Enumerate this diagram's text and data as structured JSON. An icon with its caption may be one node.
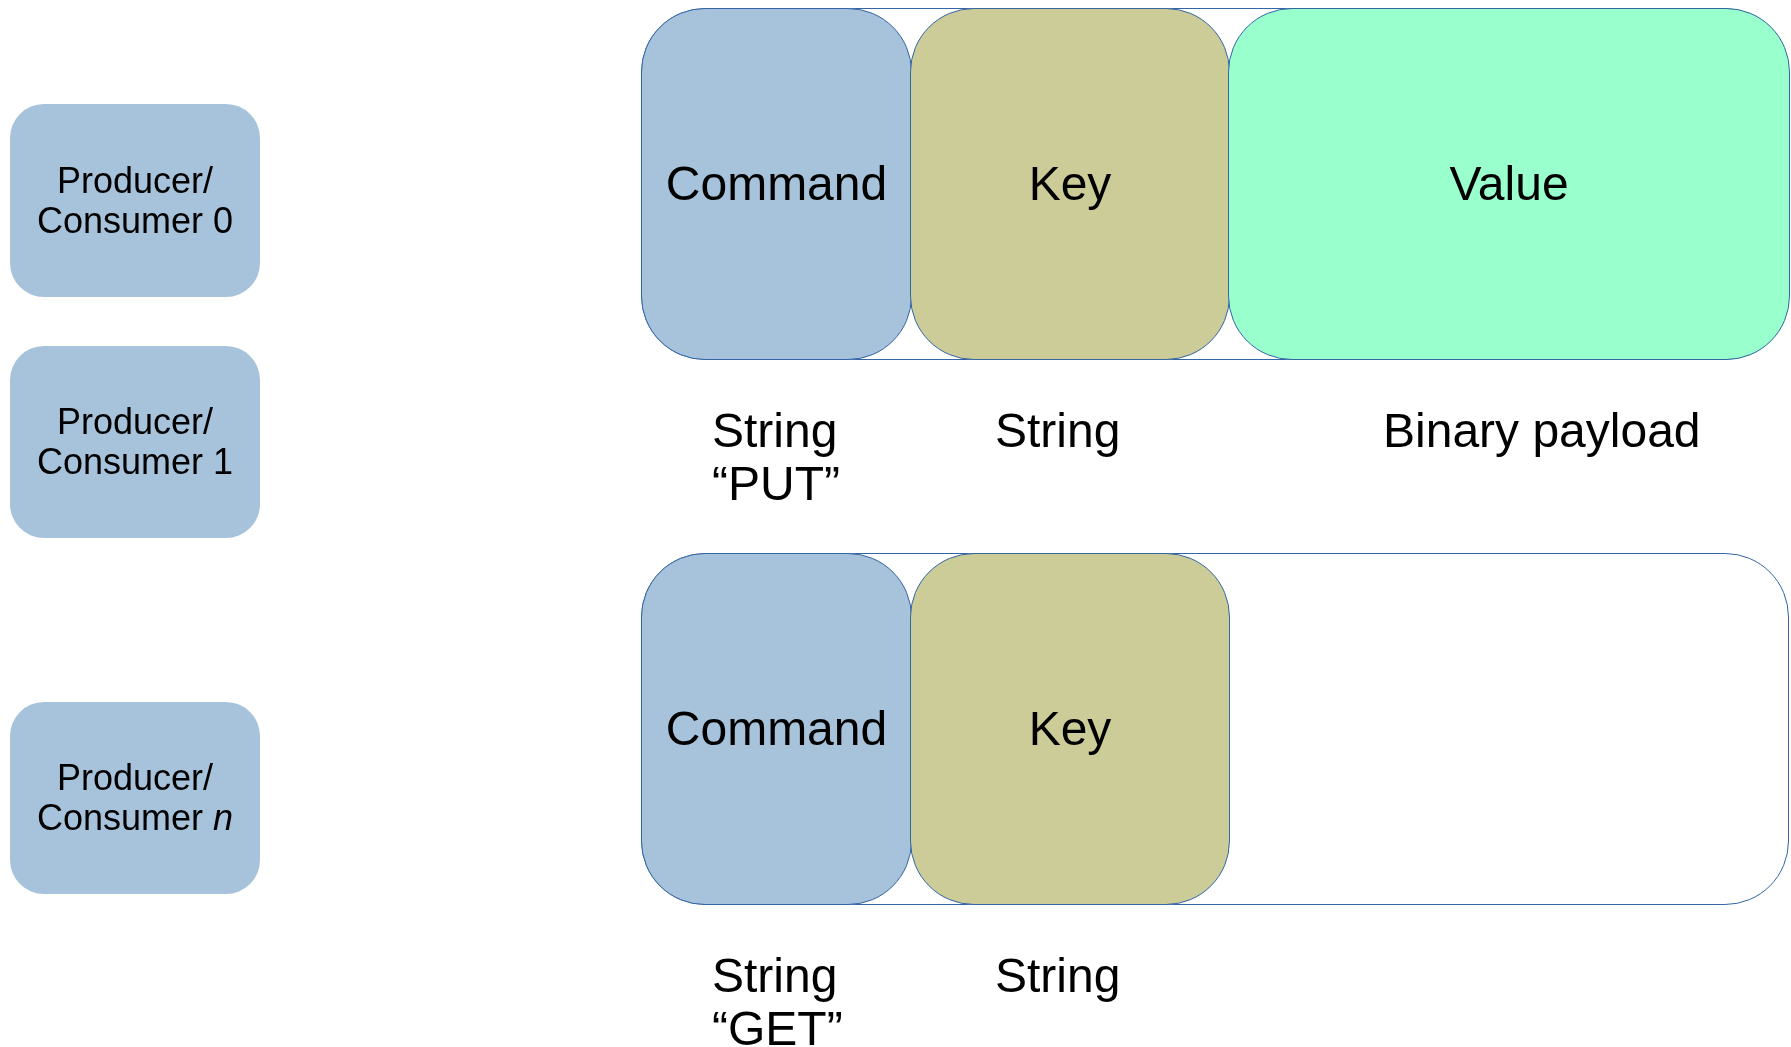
{
  "diagram": {
    "nodes": [
      {
        "text": [
          "Producer/ Consumer 0"
        ]
      },
      {
        "text": [
          "Producer/ Consumer 1"
        ]
      },
      {
        "text": [
          "Producer/ Consumer *n*"
        ]
      },
      {
        "text": [],
        "shape": "box"
      },
      {
        "text": [
          "Command"
        ],
        "in": 3
      },
      {
        "text": [
          "Key"
        ],
        "in": 3
      },
      {
        "text": [
          "Value"
        ],
        "in": 3
      },
      {
        "text": [],
        "shape": "box"
      },
      {
        "text": [
          "Command"
        ],
        "in": 7
      },
      {
        "text": [
          "Key"
        ],
        "in": 7
      }
    ],
    "labels": [
      "String “PUT”",
      "String",
      "Binary payload",
      "String “GET”",
      "String"
    ]
  }
}
